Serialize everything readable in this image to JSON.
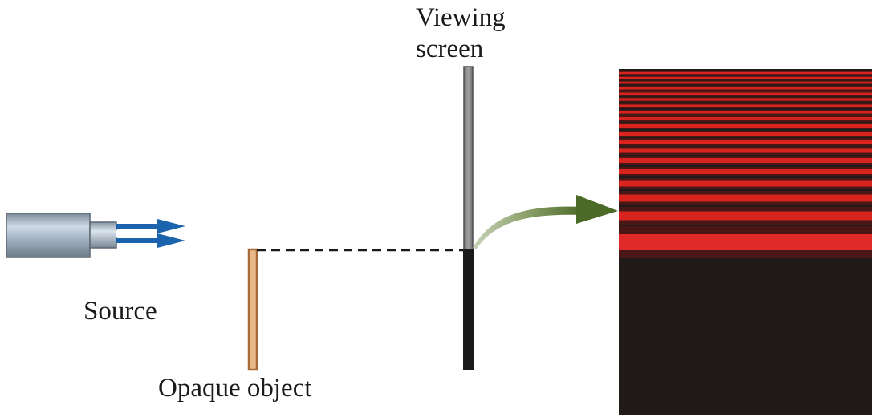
{
  "labels": {
    "viewing_screen_line1": "Viewing",
    "viewing_screen_line2": "screen",
    "source": "Source",
    "opaque_object": "Opaque object"
  },
  "colors": {
    "source_body": "#a9b9c8",
    "beam_arrow": "#1c63ad",
    "opaque_object": "#e8b888",
    "opaque_object_edge": "#a56a35",
    "screen_illuminated": "#888888",
    "screen_shadow": "#1a1a1a",
    "curved_arrow": "#4e6b2a",
    "pattern_background": "#221a18",
    "fringe": "#e0242a"
  },
  "icons": {
    "source": "light-source-icon",
    "beam": "beam-arrows-icon",
    "curved_arrow": "curved-arrow-icon"
  }
}
